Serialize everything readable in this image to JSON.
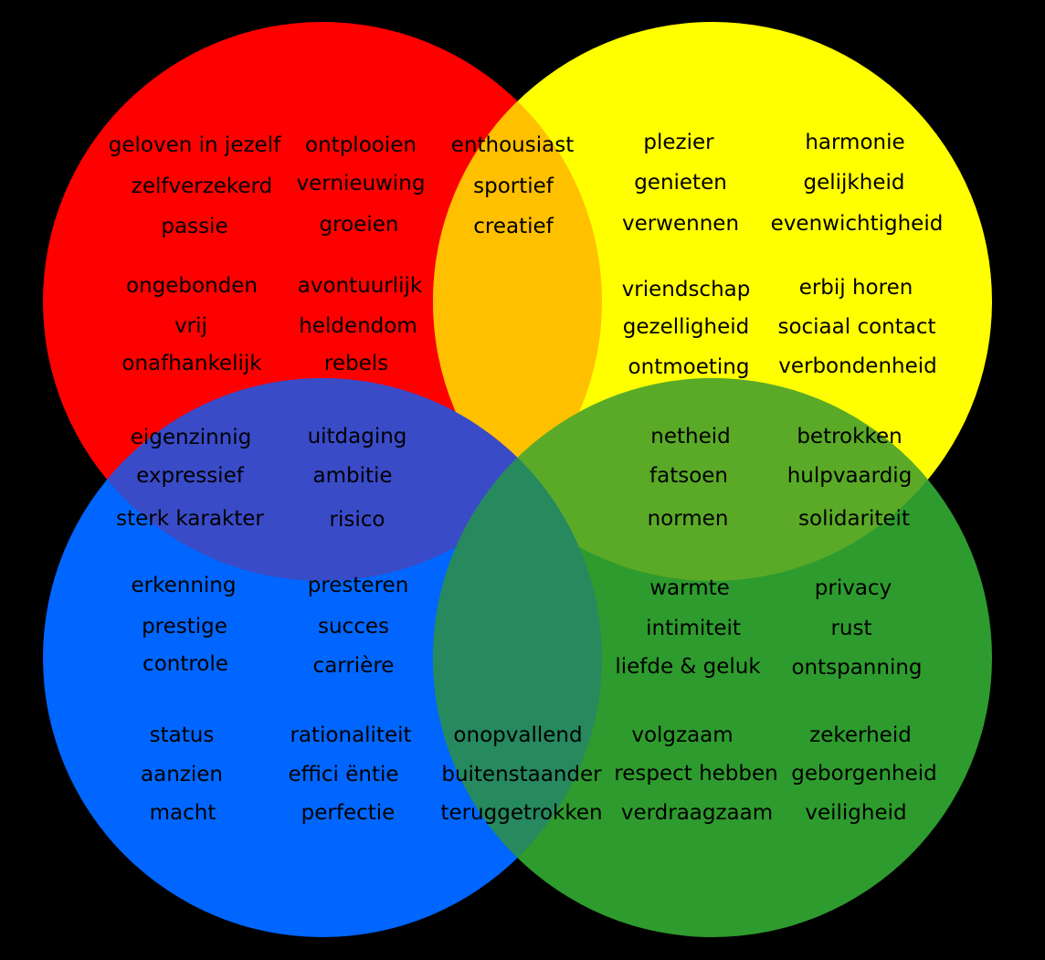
{
  "colors": {
    "background": "#000000",
    "red": "#ff0000",
    "yellow": "#ffff00",
    "blue": "#0066ff",
    "green": "#2e9b2e",
    "red_yellow_overlap": "#ffc000",
    "red_blue_overlap": "#3a4bc8",
    "yellow_green_overlap": "#5aaa28",
    "blue_green_overlap": "#27895e",
    "text": "#000000"
  },
  "circles": [
    {
      "id": "red",
      "color_key": "red"
    },
    {
      "id": "yellow",
      "color_key": "yellow"
    },
    {
      "id": "blue",
      "color_key": "blue"
    },
    {
      "id": "green",
      "color_key": "green"
    }
  ],
  "words": [
    "geloven in jezelf",
    "ontplooien",
    "enthousiast",
    "plezier",
    "harmonie",
    "zelfverzekerd",
    "vernieuwing",
    "sportief",
    "genieten",
    "gelijkheid",
    "passie",
    "groeien",
    "creatief",
    "verwennen",
    "evenwichtigheid",
    "ongebonden",
    "avontuurlijk",
    "vriendschap",
    "erbij horen",
    "vrij",
    "heldendom",
    "gezelligheid",
    "sociaal contact",
    "onafhankelijk",
    "rebels",
    "ontmoeting",
    "verbondenheid",
    "eigenzinnig",
    "uitdaging",
    "netheid",
    "betrokken",
    "expressief",
    "ambitie",
    "fatsoen",
    "hulpvaardig",
    "sterk karakter",
    "risico",
    "normen",
    "solidariteit",
    "erkenning",
    "presteren",
    "warmte",
    "privacy",
    "prestige",
    "succes",
    "intimiteit",
    "rust",
    "controle",
    "carrière",
    "liefde & geluk",
    "ontspanning",
    "status",
    "rationaliteit",
    "onopvallend",
    "volgzaam",
    "zekerheid",
    "aanzien",
    "effici ëntie",
    "buitenstaander",
    "respect hebben",
    "geborgenheid",
    "macht",
    "perfectie",
    "teruggetrokken",
    "verdraagzaam",
    "veiligheid"
  ]
}
